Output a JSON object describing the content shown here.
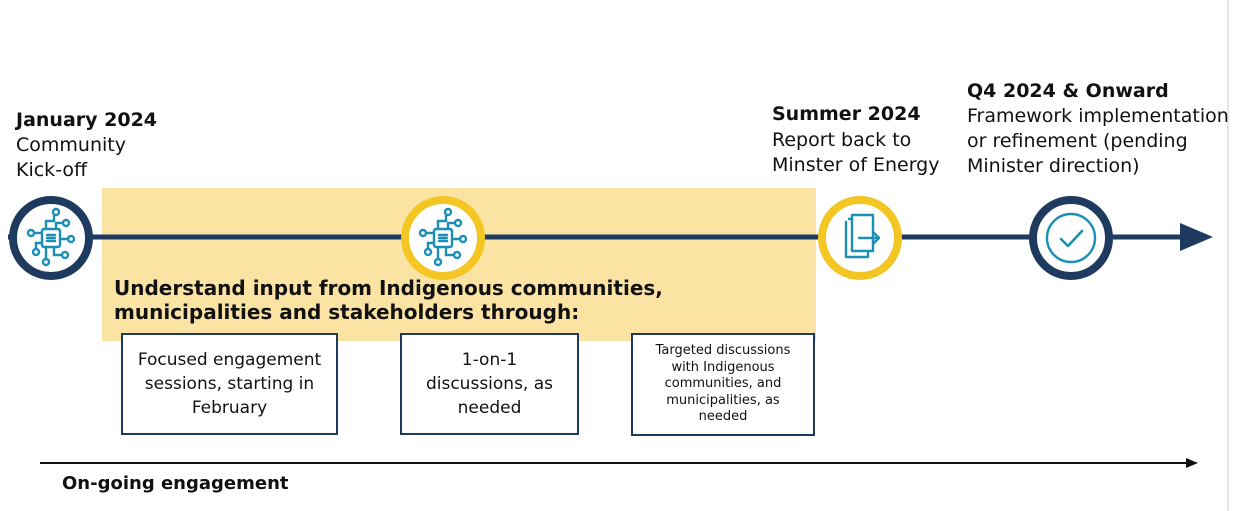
{
  "colors": {
    "navy": "#1f3a5f",
    "gold": "#f3c623",
    "highlight": "#fbe4a3",
    "teal": "#1c8fb5"
  },
  "milestones": [
    {
      "title": "January 2024",
      "description": "Community\nKick-off",
      "icon": "circuit-chip-icon"
    },
    {
      "title": "",
      "description": "",
      "icon": "circuit-chip-icon"
    },
    {
      "title": "Summer 2024",
      "description": "Report back to\nMinster of Energy",
      "icon": "report-arrow-icon"
    },
    {
      "title": "Q4 2024 & Onward",
      "description": "Framework implementation\nor refinement (pending\nMinister direction)",
      "icon": "checkmark-icon"
    }
  ],
  "band": {
    "heading": "Understand input from Indigenous communities, municipalities and stakeholders through:"
  },
  "boxes": [
    {
      "text": "Focused engagement\nsessions, starting in\nFebruary"
    },
    {
      "text": "1-on-1\ndiscussions, as\nneeded"
    },
    {
      "text": "Targeted discussions\nwith Indigenous\ncommunities, and\nmunicipalities, as\nneeded"
    }
  ],
  "ongoing": {
    "label": "On-going engagement"
  }
}
